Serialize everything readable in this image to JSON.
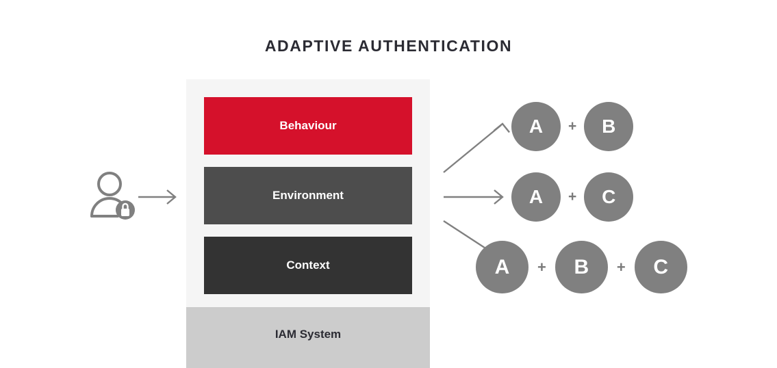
{
  "diagram": {
    "title": "ADAPTIVE AUTHENTICATION",
    "colors": {
      "behaviour": "#D5112B",
      "environment": "#4D4D4D",
      "context": "#333333",
      "iam_band": "#CCCCCC",
      "panel_background": "#F5F5F5",
      "token_gray": "#808080",
      "arrow_gray": "#808080",
      "title_text": "#2B2B33"
    },
    "actor": {
      "icon": "user-with-lock-icon",
      "arrow": "arrow-right-icon"
    },
    "stack": {
      "layers": [
        {
          "label": "Behaviour",
          "color": "#D5112B"
        },
        {
          "label": "Environment",
          "color": "#4D4D4D"
        },
        {
          "label": "Context",
          "color": "#333333"
        }
      ],
      "foundation": {
        "label": "IAM System",
        "color": "#CCCCCC"
      }
    },
    "flow_arrows": [
      {
        "direction": "up-right",
        "icon": "arrow-up-right-icon"
      },
      {
        "direction": "right",
        "icon": "arrow-right-icon"
      },
      {
        "direction": "down-right",
        "icon": "arrow-down-right-icon"
      }
    ],
    "outcomes": [
      {
        "factors": [
          "A",
          "B"
        ],
        "operator": "+"
      },
      {
        "factors": [
          "A",
          "C"
        ],
        "operator": "+"
      },
      {
        "factors": [
          "A",
          "B",
          "C"
        ],
        "operator": "+"
      }
    ]
  }
}
